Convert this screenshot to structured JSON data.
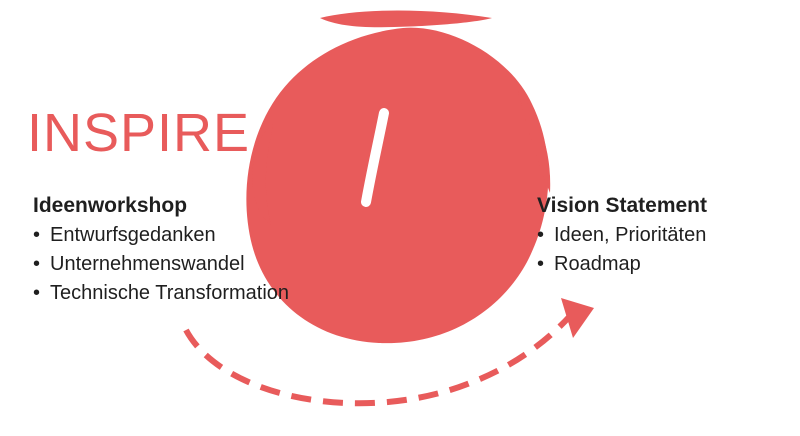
{
  "title": "INSPIRE",
  "left": {
    "heading": "Ideenworkshop",
    "items": [
      "Entwurfsgedanken",
      "Unternehmenswandel",
      "Technische Transformation"
    ]
  },
  "right": {
    "heading": "Vision Statement",
    "items": [
      "Ideen, Prioritäten",
      "Roadmap"
    ]
  },
  "colors": {
    "accent": "#e85b5b",
    "text": "#1f1f1f",
    "background": "#ffffff"
  },
  "icons": {
    "circle": "brush-circle-icon",
    "slash": "slash-icon",
    "arrow": "dashed-curved-arrow-icon"
  }
}
